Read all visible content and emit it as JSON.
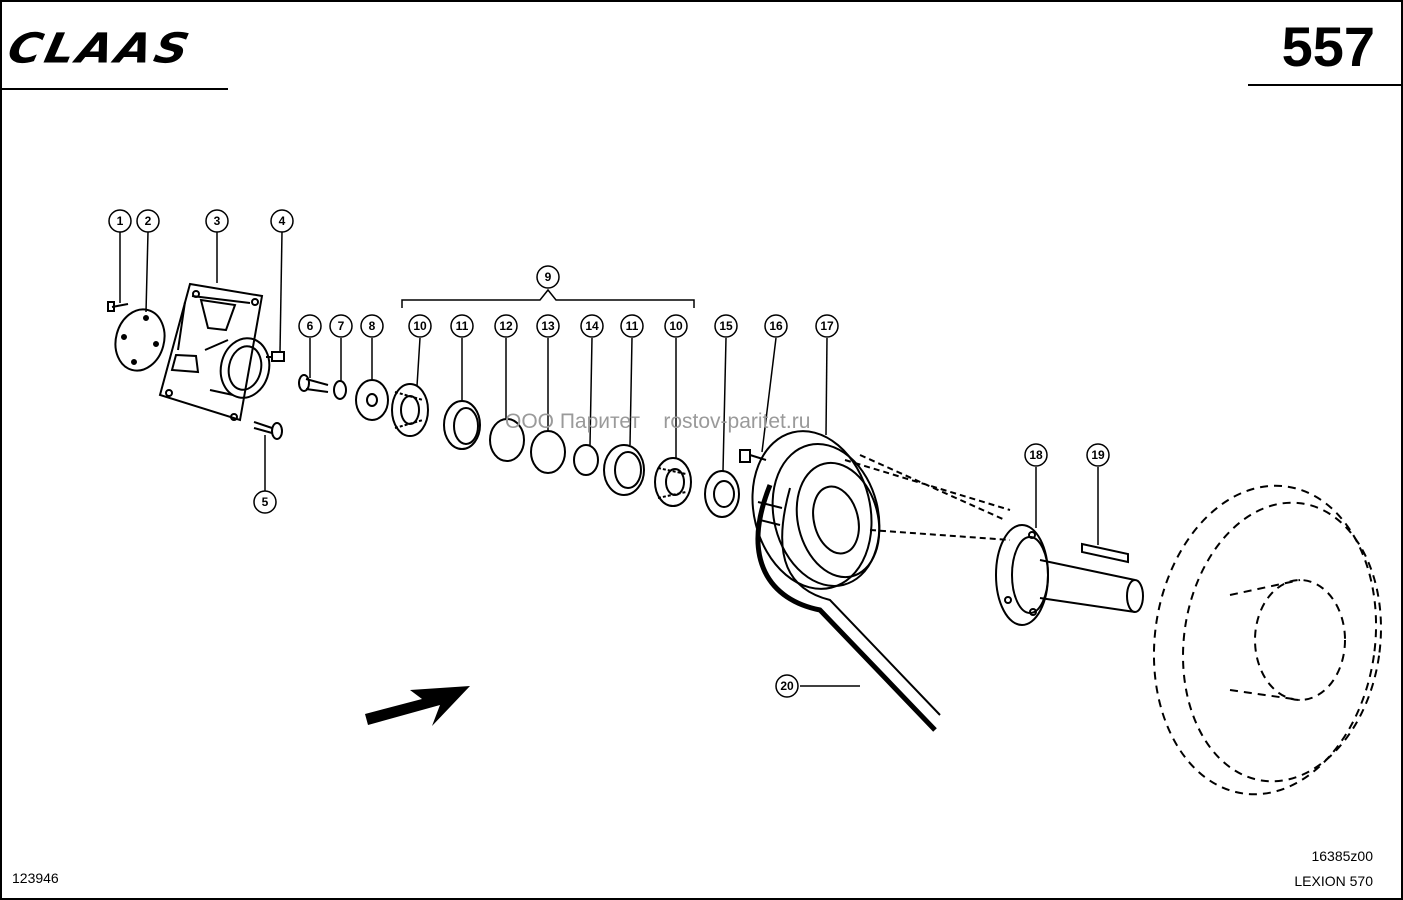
{
  "header": {
    "brand": "CLAAS",
    "page_number": "557"
  },
  "watermark": "ООО Паритет    rostov-paritet.ru",
  "footer": {
    "drawing_ref_left": "123946",
    "drawing_ref_right": "16385z00",
    "model": "LEXION 570"
  },
  "callouts": [
    "1",
    "2",
    "3",
    "4",
    "5",
    "6",
    "7",
    "8",
    "9",
    "10",
    "11",
    "12",
    "13",
    "14",
    "11",
    "10",
    "15",
    "16",
    "17",
    "18",
    "19",
    "20"
  ]
}
